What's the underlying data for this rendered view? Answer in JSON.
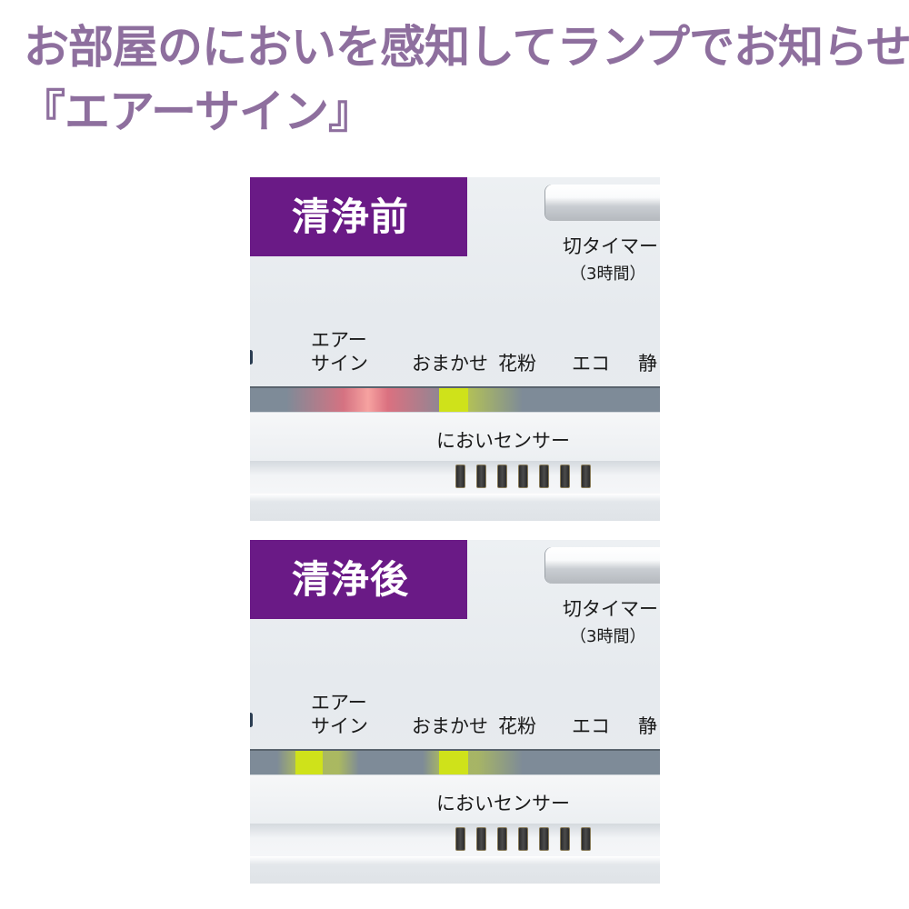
{
  "headline": {
    "line1": "お部屋のにおいを感知してランプでお知らせ",
    "line2": "『エアーサイン』",
    "color": "#8e6f9e"
  },
  "panels": [
    {
      "badge": "清浄前",
      "timer_label": "切タイマー",
      "timer_sub": "（3時間）",
      "modes": {
        "air_sign_line1": "エアー",
        "air_sign_line2": "サイン",
        "omakase": "おまかせ",
        "kafun": "花粉",
        "eco": "エコ",
        "sei": "静"
      },
      "led_state": "air-sign red (odor detected), おまかせ green",
      "sensor_label": "においセンサー",
      "vent_slots": 7
    },
    {
      "badge": "清浄後",
      "timer_label": "切タイマー",
      "timer_sub": "（3時間）",
      "modes": {
        "air_sign_line1": "エアー",
        "air_sign_line2": "サイン",
        "omakase": "おまかせ",
        "kafun": "花粉",
        "eco": "エコ",
        "sei": "静"
      },
      "led_state": "air-sign green (clean), おまかせ green",
      "sensor_label": "においセンサー",
      "vent_slots": 7
    }
  ],
  "colors": {
    "badge_bg": "#6a1a86",
    "led_red": "#f26a7a",
    "led_green": "#cfe21a",
    "led_bar": "#7e8b98"
  }
}
